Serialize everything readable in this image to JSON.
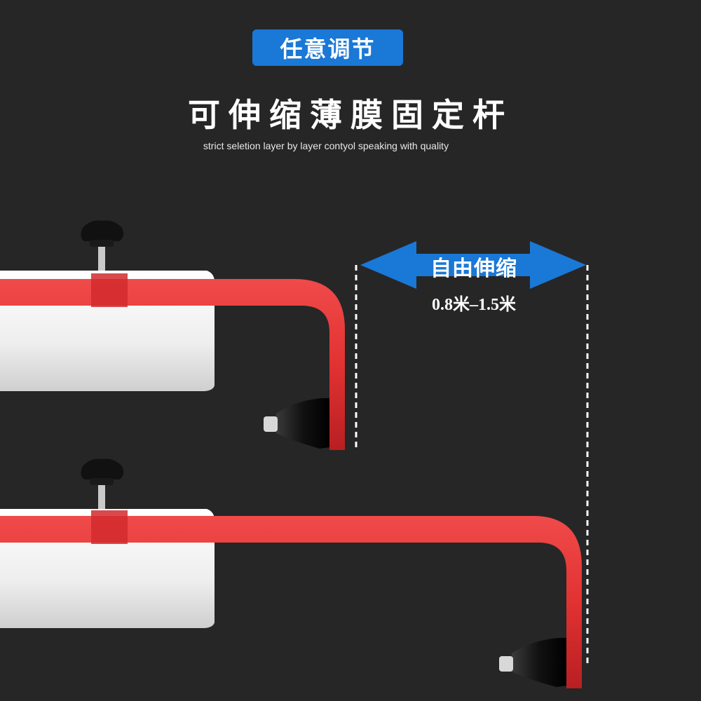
{
  "badge": {
    "label": "任意调节"
  },
  "heading": {
    "title": "可伸缩薄膜固定杆",
    "subtitle": "strict seletion layer by layer contyol speaking with quality"
  },
  "dimension": {
    "label": "自由伸缩",
    "range": "0.8米–1.5米"
  },
  "colors": {
    "background": "#262626",
    "accent_blue": "#1a78d6",
    "rod_red": "#e8373a",
    "plate_white": "#f2f2f2"
  }
}
